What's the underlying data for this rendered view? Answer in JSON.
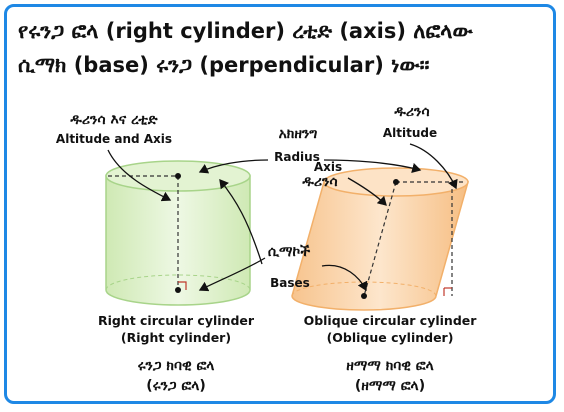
{
  "title": {
    "line1": "የሩንጋ ፎላ (right cylinder) ረቲድ (axis) ለፎላው",
    "line2": "ሲማክ (base) ሩንጋ (perpendicular) ነው።"
  },
  "labels": {
    "altitude_axis_am": "ዱሪንሳ እና ረቲድ",
    "altitude_axis_en": "Altitude and Axis",
    "radius_am": "አክዘንግ",
    "radius_en": "Radius",
    "axis_en": "Axis",
    "axis_am": "ዱሪንሳ",
    "altitude_am": "ዱሪንሳ",
    "altitude_en": "Altitude",
    "bases_am": "ሲማኮች",
    "bases_en": "Bases"
  },
  "captions": {
    "right_en_1": "Right circular cylinder",
    "right_en_2": "(Right cylinder)",
    "right_am_1": "ሩንጋ ክባዊ ፎላ",
    "right_am_2": "(ሩንጋ ፎላ)",
    "oblique_en_1": "Oblique circular cylinder",
    "oblique_en_2": "(Oblique cylinder)",
    "oblique_am_1": "ዘማማ ክባዊ ፎላ",
    "oblique_am_2": "(ዘማማ ፎላ)"
  },
  "colors": {
    "frame": "#1e88e5",
    "right_cylinder_fill": "#d9efc4",
    "right_cylinder_stroke": "#a8d48a",
    "oblique_cylinder_fill": "#fbd3a6",
    "oblique_cylinder_stroke": "#f2b06a",
    "right_angle_mark": "#c0392b"
  }
}
